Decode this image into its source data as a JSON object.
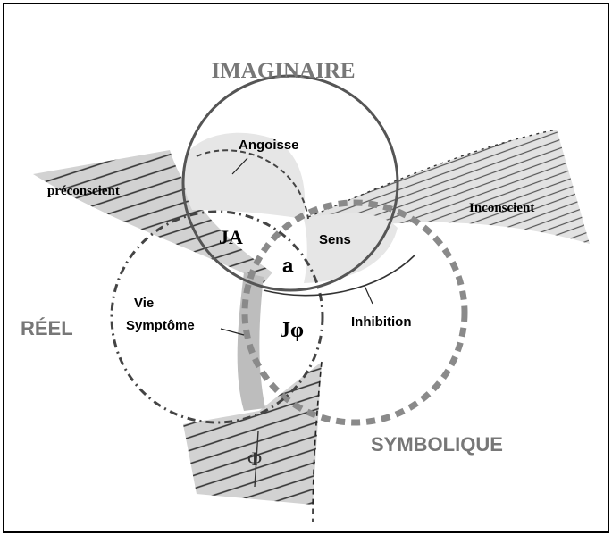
{
  "labels": {
    "imaginaire": "IMAGINAIRE",
    "reel": "RÉEL",
    "symbolique": "SYMBOLIQUE",
    "angoisse": "Angoisse",
    "preconscient": "préconscient",
    "inconscient": "Inconscient",
    "ja": "JA",
    "a": "a",
    "sens": "Sens",
    "vie": "Vie",
    "symptome": "Symptôme",
    "jphi": "Jφ",
    "inhibition": "Inhibition",
    "phi": "Φ"
  },
  "colors": {
    "imaginaire_ring": "#555555",
    "reel_ring": "#444444",
    "symbolique_ring": "#8a8a8a",
    "band_fill": "#d2d2d2",
    "hatch": "#222222",
    "label_grey": "#777777"
  }
}
